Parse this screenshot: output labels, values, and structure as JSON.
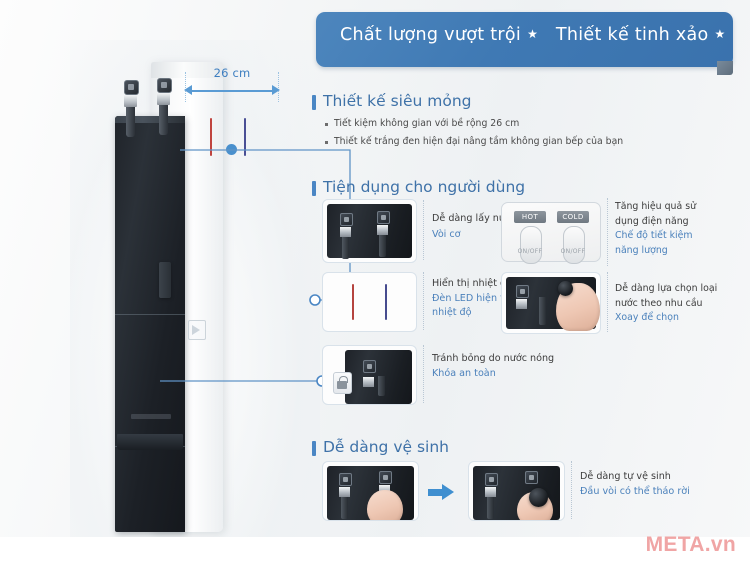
{
  "banner": {
    "text_left": "Chất lượng vượt trội",
    "star": "★",
    "text_right": "Thiết kế tinh xảo",
    "star2": "★",
    "color": "#3f79b4"
  },
  "product": {
    "dimension_label": "26 cm",
    "dimension_color": "#3d7ec0"
  },
  "sections": [
    {
      "heading": "Thiết kế siêu mỏng",
      "bullets": [
        "Tiết kiệm không gian với bề rộng 26 cm",
        "Thiết kế trắng đen hiện đại nâng tầm không gian bếp của bạn"
      ]
    },
    {
      "heading": "Tiện dụng cho người dùng",
      "features": [
        {
          "title": "Dễ dàng lấy nước",
          "subtitle": "Vòi cơ"
        },
        {
          "title_line1": "Tăng hiệu quả sử",
          "title_line2": "dụng điện năng",
          "sub_line1": "Chế độ tiết kiệm",
          "sub_line2": "năng lượng",
          "switch_hot": "HOT",
          "switch_cold": "COLD",
          "switch_onoff": "ON/OFF"
        },
        {
          "title": "Hiển thị nhiệt độ nước",
          "sub_line1": "Đèn LED hiện thị",
          "sub_line2": "nhiệt độ"
        },
        {
          "title_line1": "Dễ dàng lựa chọn loại",
          "title_line2": "nước theo nhu cầu",
          "subtitle": "Xoay để chọn"
        },
        {
          "title": "Tránh bỏng do nước nóng",
          "subtitle": "Khóa an toàn"
        }
      ]
    },
    {
      "heading": "Dễ dàng vệ sinh",
      "feature": {
        "title": "Dễ dàng tự vệ sinh",
        "subtitle": "Đầu vòi có thể tháo rời"
      }
    }
  ],
  "watermark": "META.vn"
}
